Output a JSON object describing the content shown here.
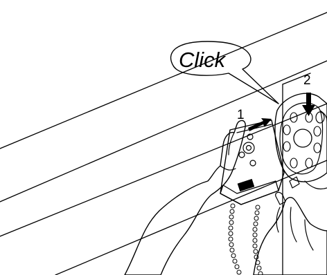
{
  "callout": {
    "label": "Click"
  },
  "steps": [
    {
      "label": "1"
    },
    {
      "label": "2"
    }
  ],
  "colors": {
    "ink": "#000000",
    "paper": "#ffffff",
    "bracket_band": "#000000"
  },
  "icons": [
    "bracket-icon",
    "arrow-icon",
    "hand-icon",
    "bead-chain-icon"
  ]
}
